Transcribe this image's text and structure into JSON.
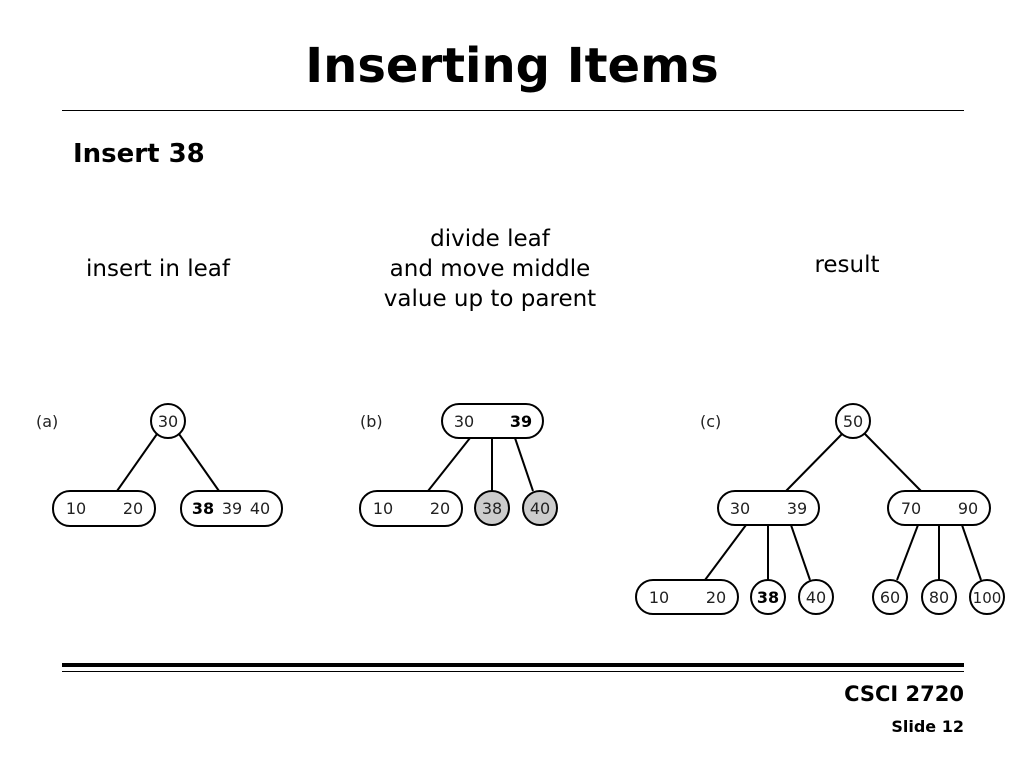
{
  "slide": {
    "title": "Inserting Items",
    "subtitle": "Insert 38",
    "course": "CSCI 2720",
    "slide_number": "Slide 12"
  },
  "captions": {
    "a": "insert in leaf",
    "b": "divide leaf\nand move middle\nvalue up to parent",
    "c": "result"
  },
  "panels": {
    "a": {
      "label": "(a)",
      "root": [
        "30"
      ],
      "left_leaf": [
        "10",
        "20"
      ],
      "right_leaf": [
        "38",
        "39",
        "40"
      ],
      "bold_value": "38"
    },
    "b": {
      "label": "(b)",
      "root": [
        "30",
        "39"
      ],
      "left_leaf": [
        "10",
        "20"
      ],
      "shaded_leaves": [
        "38",
        "40"
      ],
      "bold_value": "39",
      "shade_color": "#cccccc"
    },
    "c": {
      "label": "(c)",
      "root": [
        "50"
      ],
      "left_internal": [
        "30",
        "39"
      ],
      "right_internal": [
        "70",
        "90"
      ],
      "left_leaves": [
        [
          "10",
          "20"
        ],
        [
          "38"
        ],
        [
          "40"
        ]
      ],
      "right_leaves": [
        [
          "60"
        ],
        [
          "80"
        ],
        [
          "100"
        ]
      ],
      "bold_value": "38"
    }
  }
}
